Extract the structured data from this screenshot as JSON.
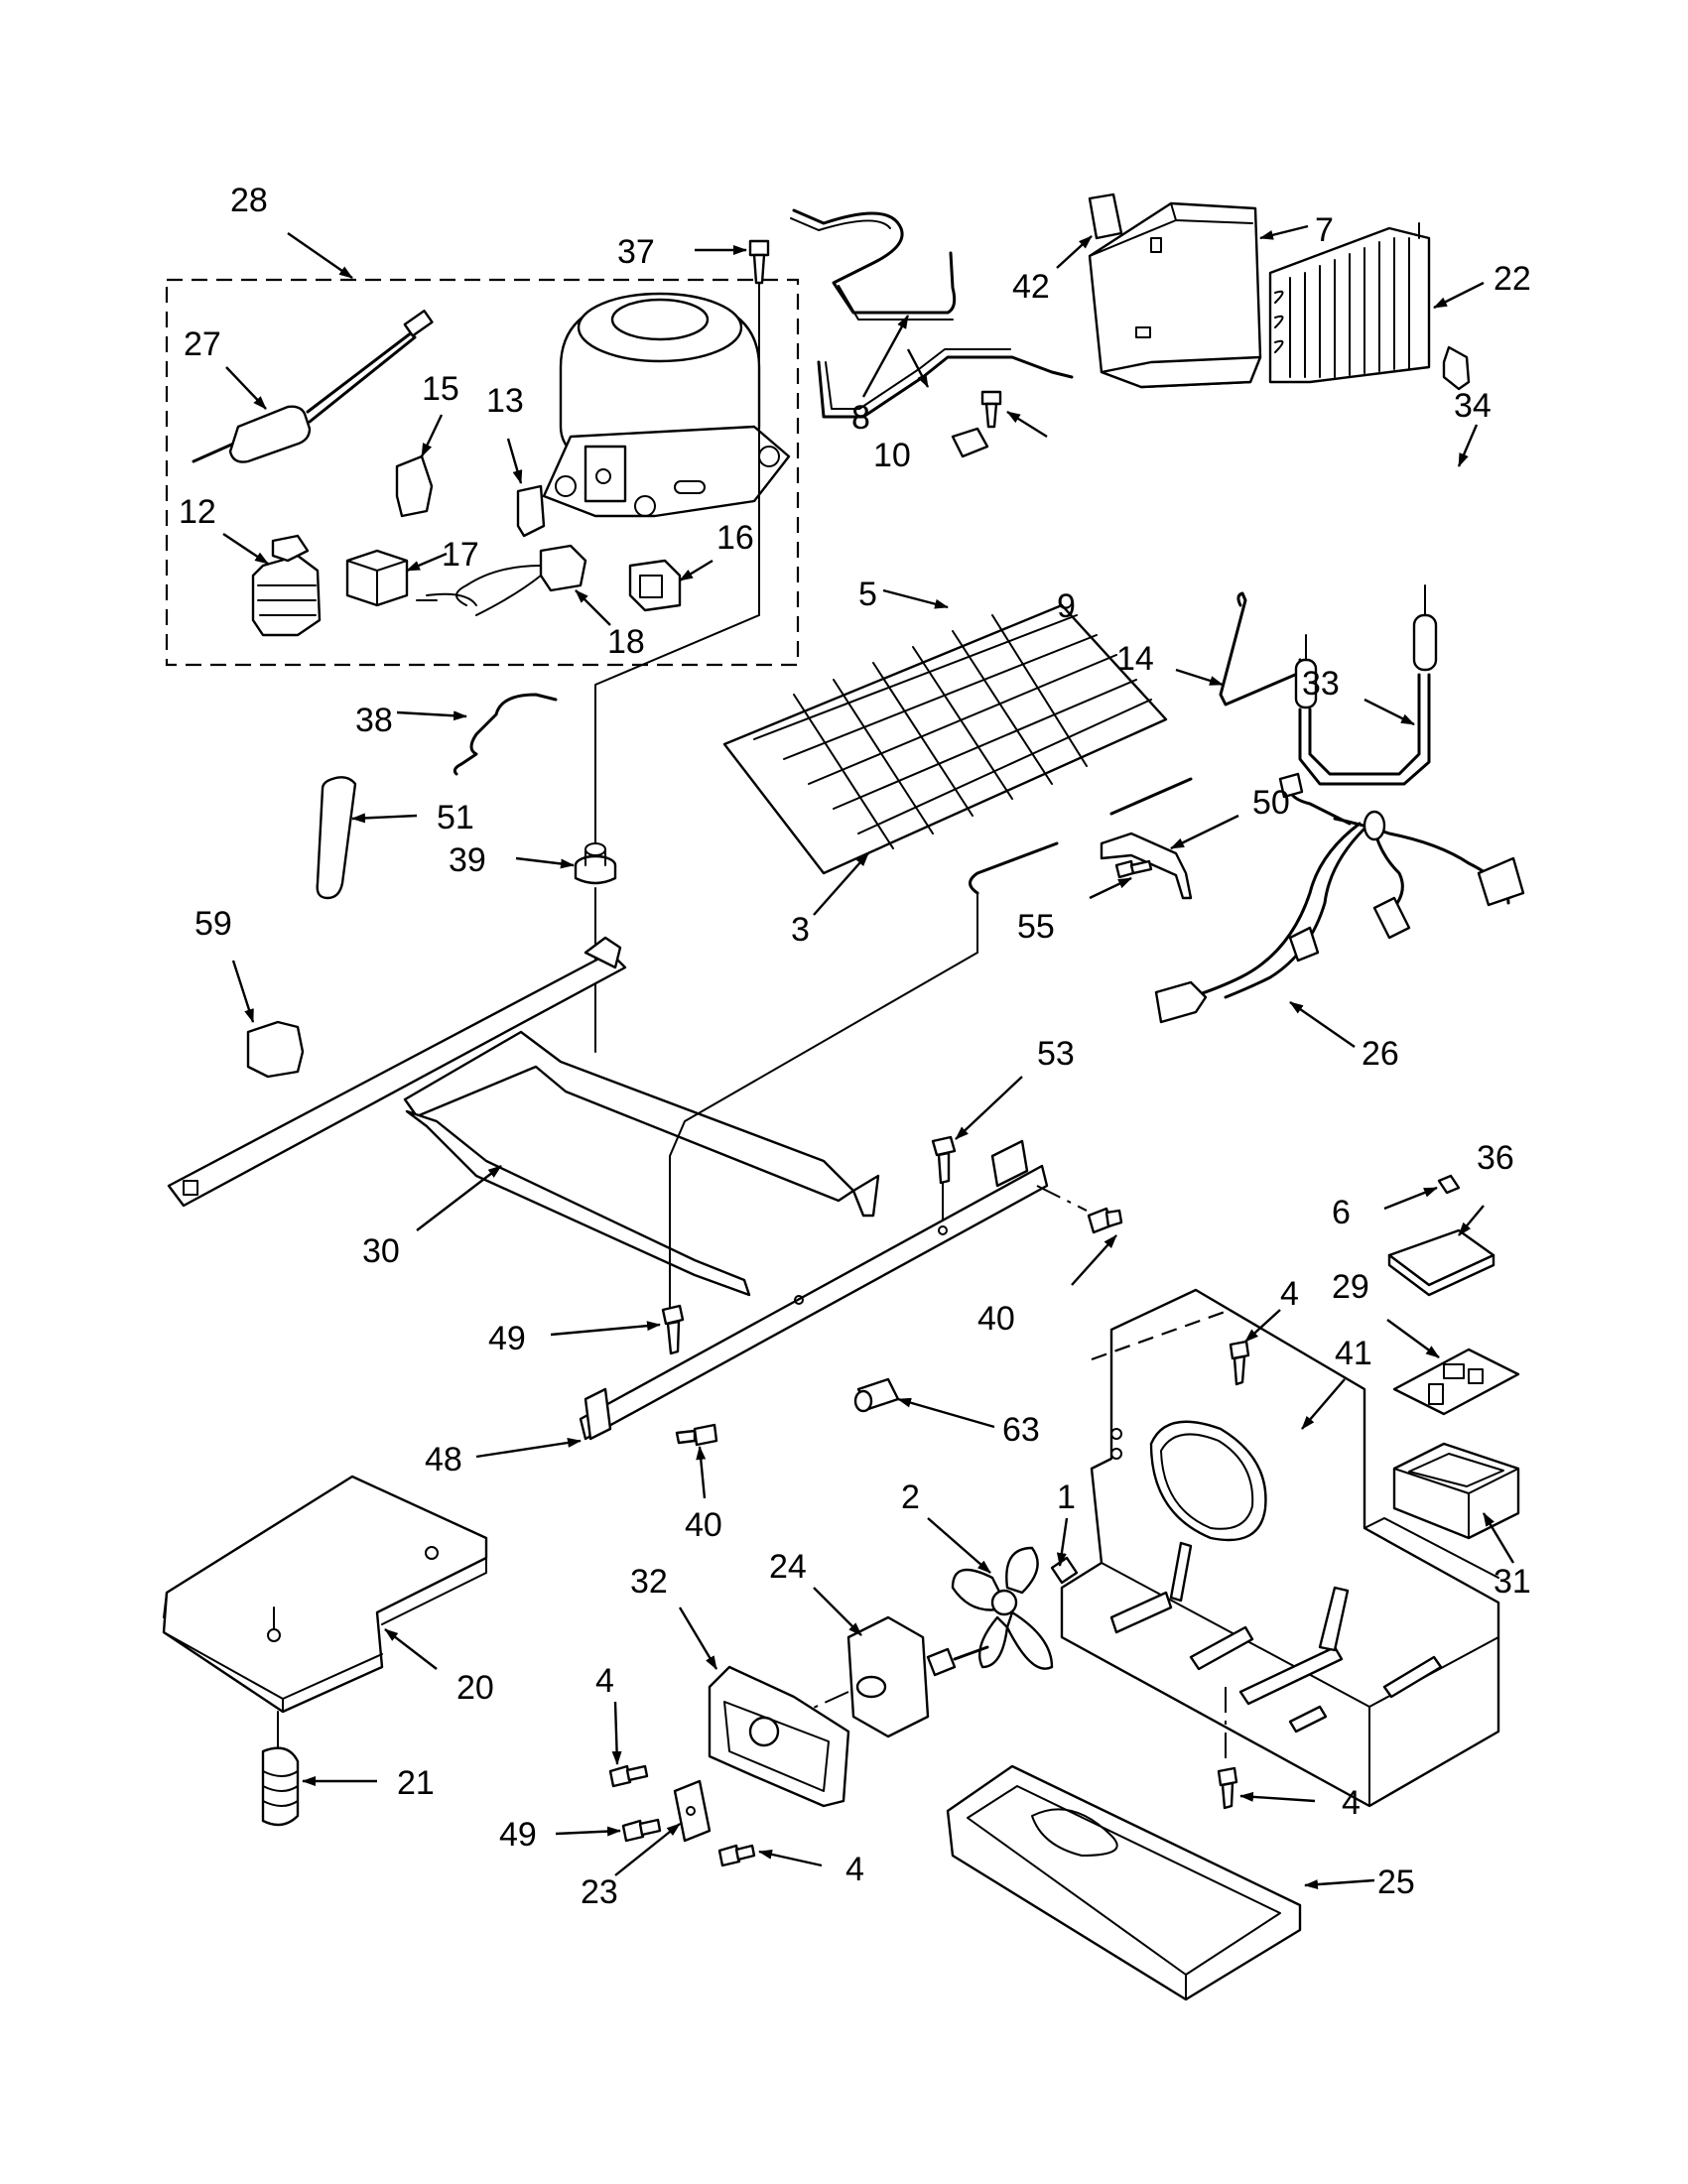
{
  "labels": {
    "l1": "1",
    "l2": "2",
    "l3": "3",
    "l4a": "4",
    "l4b": "4",
    "l4c": "4",
    "l4d": "4",
    "l5": "5",
    "l6": "6",
    "l7": "7",
    "l8": "8",
    "l9": "9",
    "l10": "10",
    "l12": "12",
    "l13": "13",
    "l14": "14",
    "l15": "15",
    "l16": "16",
    "l17": "17",
    "l18": "18",
    "l20": "20",
    "l21": "21",
    "l22": "22",
    "l23": "23",
    "l24": "24",
    "l25": "25",
    "l26": "26",
    "l27": "27",
    "l28": "28",
    "l29": "29",
    "l30": "30",
    "l31": "31",
    "l32": "32",
    "l33": "33",
    "l34": "34",
    "l36": "36",
    "l37": "37",
    "l38": "38",
    "l39": "39",
    "l40a": "40",
    "l40b": "40",
    "l41": "41",
    "l42": "42",
    "l48": "48",
    "l49a": "49",
    "l49b": "49",
    "l50": "50",
    "l51": "51",
    "l53": "53",
    "l55": "55",
    "l59": "59",
    "l63": "63"
  }
}
